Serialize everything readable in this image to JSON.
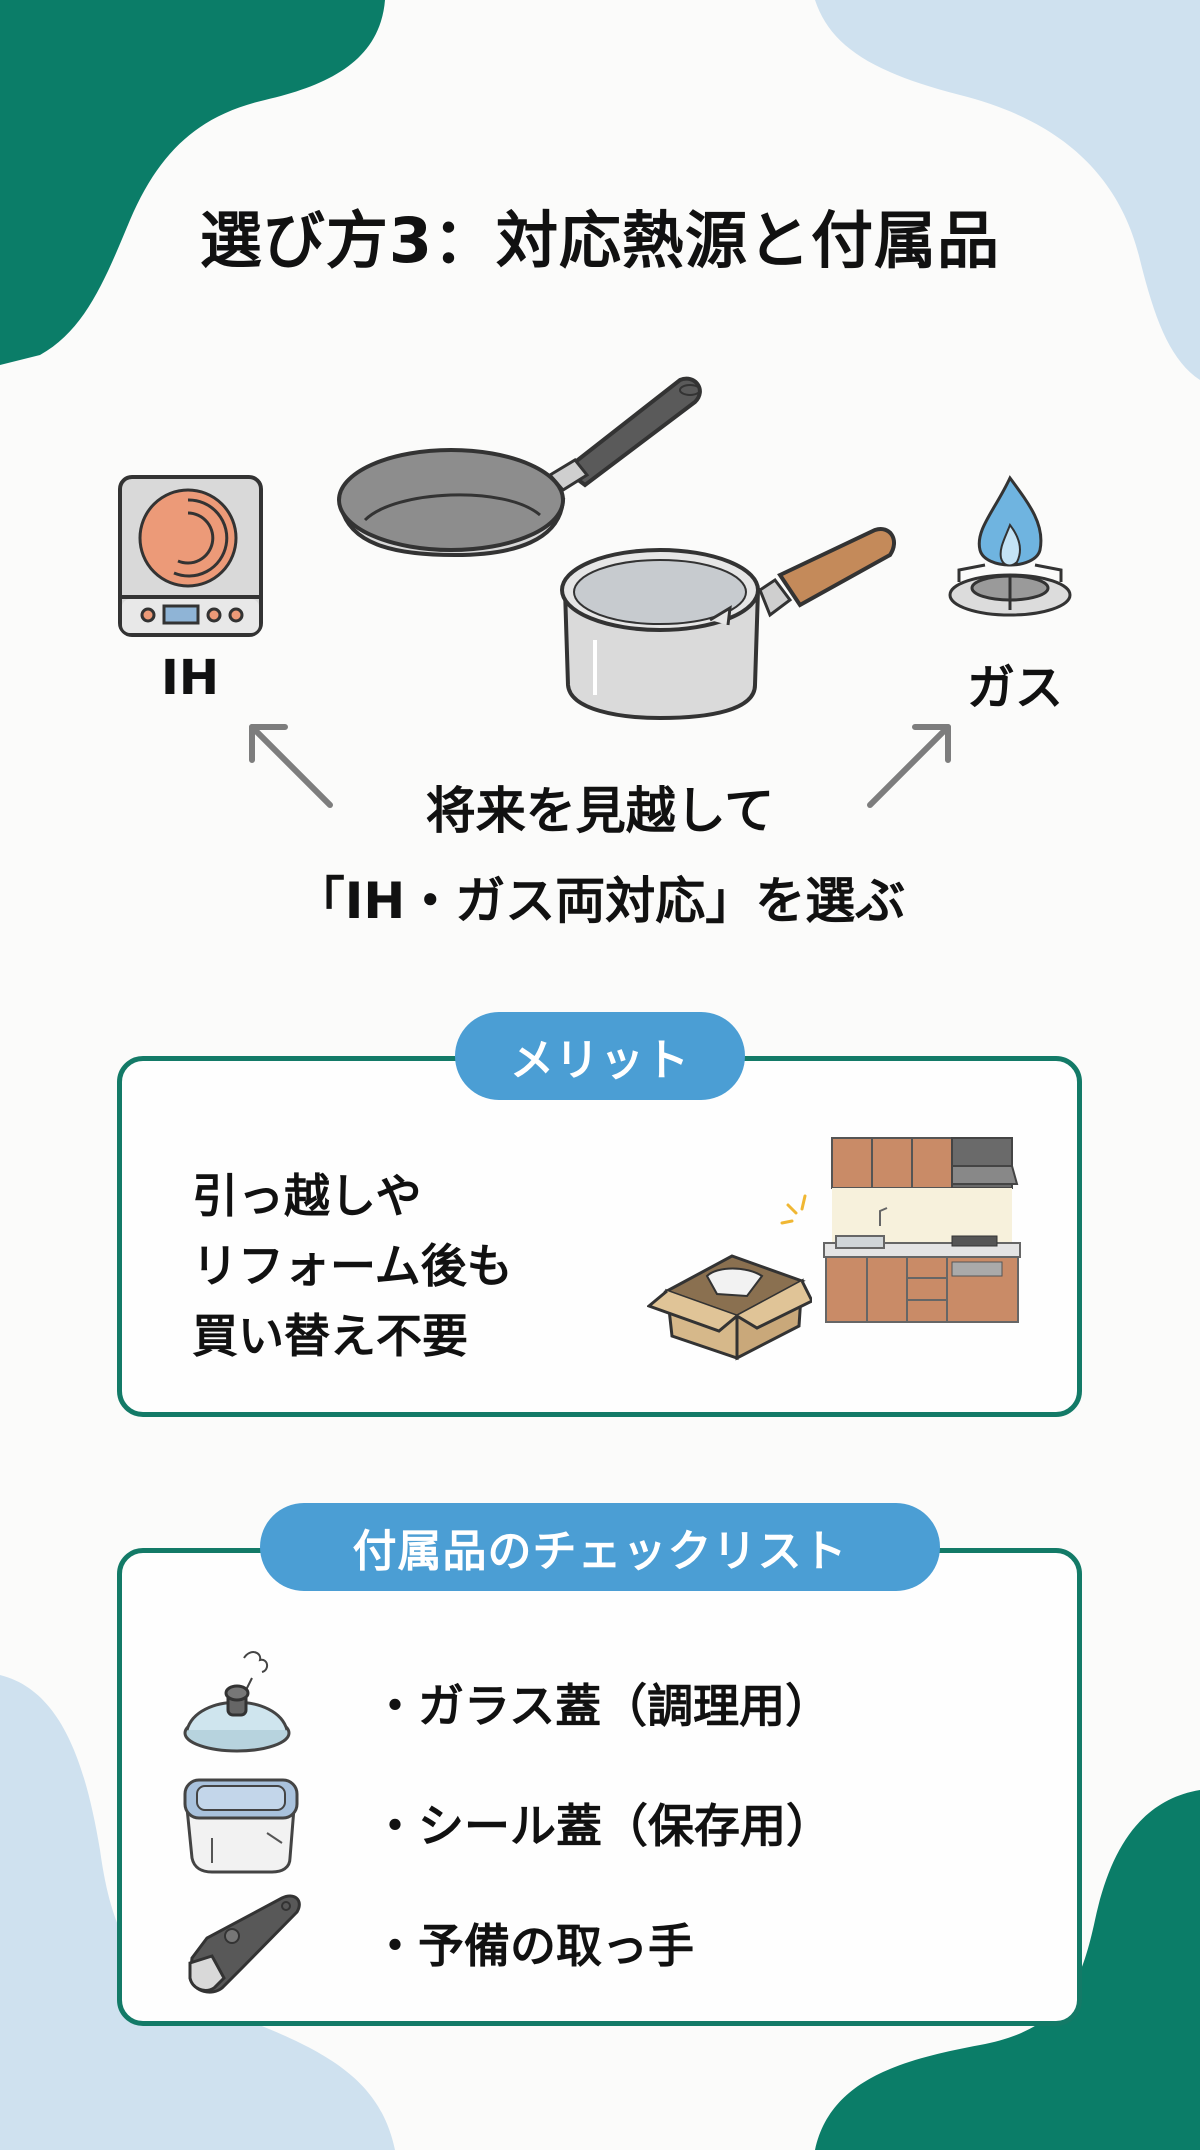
{
  "title": "選び方3：対応熱源と付属品",
  "heat_sources": {
    "left": {
      "label": "IH",
      "icon": "induction-cooktop-icon"
    },
    "right": {
      "label": "ガス",
      "icon": "gas-burner-icon"
    },
    "center_icons": [
      "frying-pan-icon",
      "milk-pan-icon"
    ]
  },
  "lead": {
    "line1": "将来を見越して",
    "line2": "「IH・ガス両対応」を選ぶ"
  },
  "merit": {
    "badge": "メリット",
    "lines": [
      "引っ越しや",
      "リフォーム後も",
      "買い替え不要"
    ],
    "icons": [
      "moving-box-icon",
      "kitchen-icon"
    ]
  },
  "accessories": {
    "badge": "付属品のチェックリスト",
    "items": [
      {
        "label": "・ガラス蓋（調理用）",
        "icon": "glass-lid-icon"
      },
      {
        "label": "・シール蓋（保存用）",
        "icon": "seal-lid-container-icon"
      },
      {
        "label": "・予備の取っ手",
        "icon": "detachable-handle-icon"
      }
    ]
  },
  "colors": {
    "green": "#0b7d68",
    "card_border": "#137a67",
    "light_blue": "#cfe1ef",
    "badge_blue": "#4b9ed4"
  }
}
